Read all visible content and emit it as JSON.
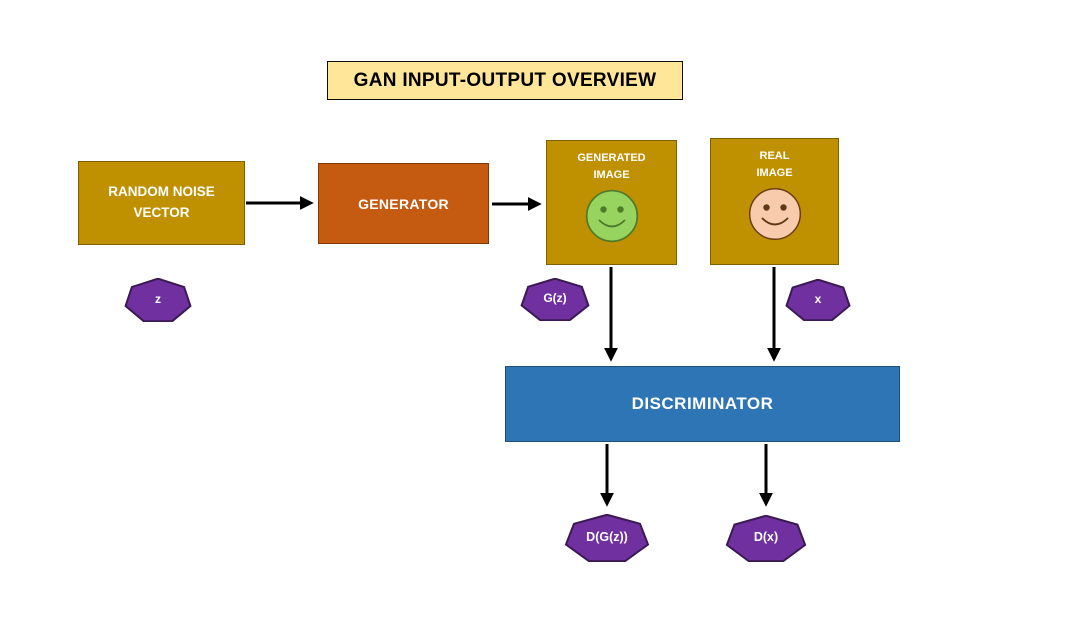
{
  "title": "GAN INPUT-OUTPUT OVERVIEW",
  "nodes": {
    "random_noise": {
      "label": "RANDOM NOISE\nVECTOR"
    },
    "generator": {
      "label": "GENERATOR"
    },
    "generated_image": {
      "label": "GENERATED\nIMAGE"
    },
    "real_image": {
      "label": "REAL\nIMAGE"
    },
    "discriminator": {
      "label": "DISCRIMINATOR"
    }
  },
  "badges": {
    "z": {
      "label": "z"
    },
    "g_of_z": {
      "label": "G(z)"
    },
    "x": {
      "label": "x"
    },
    "d_of_g_of_z": {
      "label": "D(G(z))"
    },
    "d_of_x": {
      "label": "D(x)"
    }
  },
  "icons": {
    "generated_face": "green-smiley-face",
    "real_face": "peach-smiley-face"
  },
  "colors": {
    "gold_box": "#BF9000",
    "gold_border": "#7F6000",
    "orange_box": "#C55A11",
    "blue_box": "#2E75B6",
    "purple_badge": "#7030A0",
    "purple_border": "#3B1A54",
    "title_bg": "#FFE699",
    "generated_face": "#97D45F",
    "real_face": "#F8CBAD",
    "arrow": "#000000"
  }
}
